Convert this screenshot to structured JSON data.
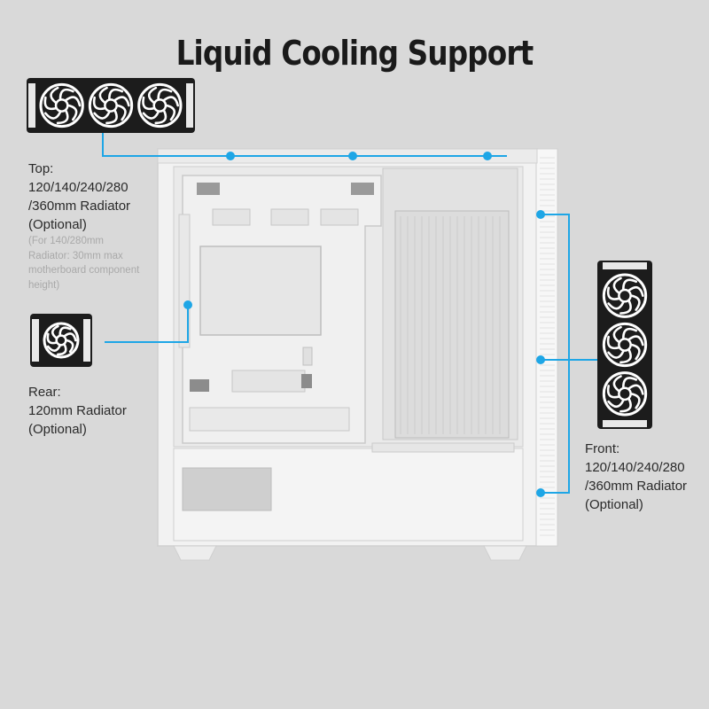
{
  "title": "Liquid Cooling Support",
  "colors": {
    "background": "#d9d9d9",
    "connector": "#1ea6e6",
    "radiator_frame": "#1c1c1c",
    "fan_blade": "#ffffff",
    "case_body": "#f1f1f1"
  },
  "labels": {
    "top": {
      "lines": [
        "Top:",
        "120/140/240/280",
        "/360mm Radiator",
        "(Optional)"
      ]
    },
    "top_note": {
      "lines": [
        "(For 140/280mm",
        "Radiator: 30mm max",
        "motherboard component",
        "height)"
      ]
    },
    "rear": {
      "lines": [
        "Rear:",
        "120mm Radiator",
        "(Optional)"
      ]
    },
    "front": {
      "lines": [
        "Front:",
        "120/140/240/280",
        "/360mm Radiator",
        "(Optional)"
      ]
    }
  },
  "radiators": {
    "top": {
      "fans": 3,
      "orientation": "horizontal",
      "icon": "fan-icon"
    },
    "rear": {
      "fans": 1,
      "orientation": "horizontal",
      "icon": "fan-icon"
    },
    "front": {
      "fans": 3,
      "orientation": "vertical",
      "icon": "fan-icon"
    }
  }
}
